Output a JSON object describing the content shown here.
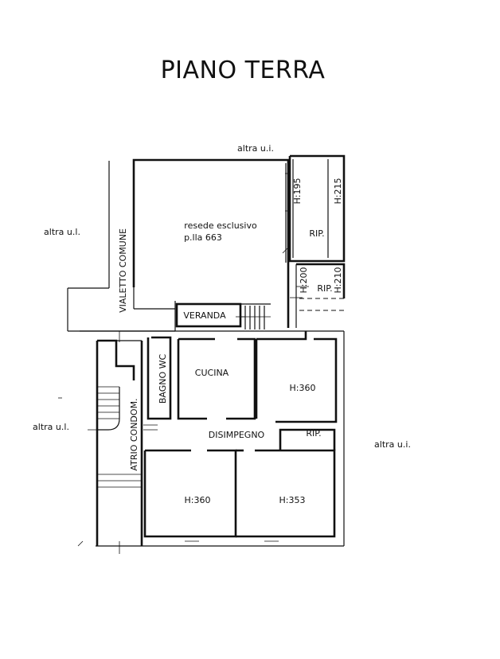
{
  "title": "PIANO TERRA",
  "neighbors": {
    "top": "altra u.i.",
    "left_upper": "altra u.l.",
    "left_lower": "altra u.l.",
    "right": "altra u.i."
  },
  "labels": {
    "resede_line1": "resede esclusivo",
    "resede_line2": "p.lla 663",
    "rip_top": "RIP.",
    "rip_middle": "RIP.",
    "rip_bottom": "RIP.",
    "veranda": "VERANDA",
    "cucina": "CUCINA",
    "bagno_wc": "BAGNO WC",
    "disimpegno": "DISIMPEGNO",
    "vialetto_comune": "VIALETTO COMUNE",
    "atrio_condom": "ATRIO CONDOM.",
    "h_195": "H:195",
    "h_215": "H:215",
    "h_200": "H:200",
    "h_210": "H:210",
    "h_360_right": "H:360",
    "h_360_left": "H:360",
    "h_353": "H:353"
  }
}
